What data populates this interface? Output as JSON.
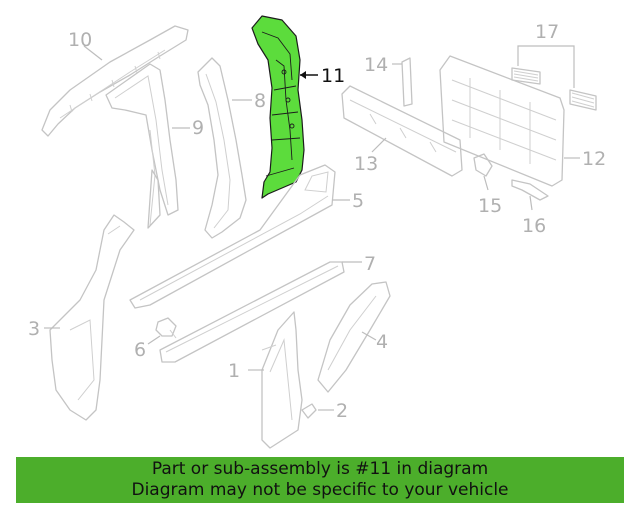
{
  "callouts": {
    "c1": "1",
    "c2": "2",
    "c3": "3",
    "c4": "4",
    "c5": "5",
    "c6": "6",
    "c7": "7",
    "c8": "8",
    "c9": "9",
    "c10": "10",
    "c11": "11",
    "c12": "12",
    "c13": "13",
    "c14": "14",
    "c15": "15",
    "c16": "16",
    "c17": "17"
  },
  "highlighted_part": "11",
  "colors": {
    "highlight_fill": "#5cdc3c",
    "banner_background": "#4cae2b",
    "part_lines": "#c4c4c4"
  },
  "banner": {
    "line1": "Part or sub-assembly is #11 in diagram",
    "line2": "Diagram may not be specific to your vehicle"
  }
}
